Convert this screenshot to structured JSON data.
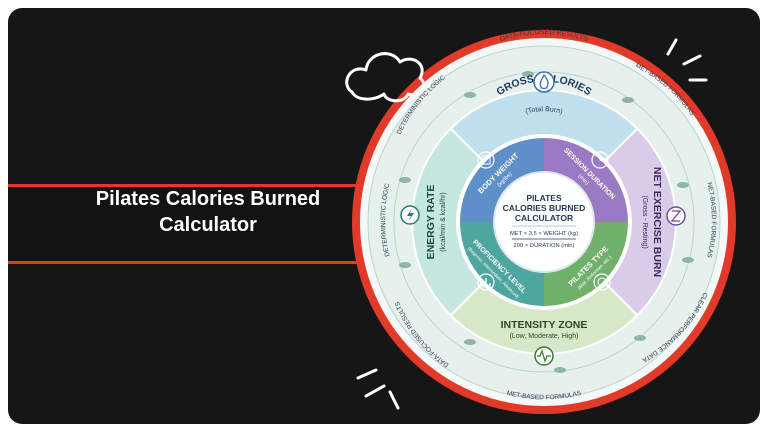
{
  "title_line1": "Pilates Calories Burned",
  "title_line2": "Calculator",
  "colors": {
    "background": "#161616",
    "accent": "#e23a28",
    "sector_gross": "#bfe0ec",
    "sector_net": "#d8cce8",
    "sector_intensity": "#d6e8c8",
    "sector_energy": "#c6e6e0",
    "inner_blue": "#5f8fc8",
    "inner_purple": "#9b7ac4",
    "inner_green": "#6fb06a",
    "inner_teal": "#4fa6a0"
  },
  "outer_ring": {
    "top": "DATA-FOCUSED RESULTS",
    "top_right": "MET-BASED FORMULAS",
    "right": "NET-BASED FORMULAS",
    "bottom_right": "CLEAR PERFORMANCE DATA",
    "bottom": "MET-BASED FORMULAS",
    "bottom_left": "DATA-FOCUSED RESULTS",
    "left": "DETERMINISTIC LOGIC",
    "top_left": "DETERMINISTIC LOGIC"
  },
  "sectors": {
    "gross": {
      "title": "GROSS CALORIES",
      "sub": "(Total Burn)"
    },
    "net": {
      "title": "NET EXERCISE BURN",
      "sub": "(Gross - Resting)"
    },
    "intensity": {
      "title": "INTENSITY ZONE",
      "sub": "(Low, Moderate, High)"
    },
    "energy": {
      "title": "ENERGY RATE",
      "sub": "(kcal/min & kcal/hr)"
    }
  },
  "inner": {
    "body_weight": {
      "title": "BODY WEIGHT",
      "sub": "(kg/lbs)"
    },
    "session_duration": {
      "title": "SESSION DURATION",
      "sub": "(min)"
    },
    "pilates_type": {
      "title": "PILATES TYPE",
      "sub": "(Mat, Reformer, etc.)"
    },
    "proficiency": {
      "title": "PROFICIENCY LEVEL",
      "sub": "(Beginner, Intermediate, Advanced)"
    }
  },
  "center": {
    "line1": "PILATES",
    "line2": "CALORIES BURNED",
    "line3": "CALCULATOR",
    "formula1": "MET × 3.5 × WEIGHT (kg)",
    "formula2": "200 × DURATION (min)"
  },
  "icons": [
    "flame-icon",
    "scale-icon",
    "clock-icon",
    "zigzag-icon",
    "pilates-ring-icon",
    "bar-chart-icon",
    "heartbeat-icon",
    "lightning-icon",
    "cloud-icon",
    "sparkle-icon"
  ]
}
